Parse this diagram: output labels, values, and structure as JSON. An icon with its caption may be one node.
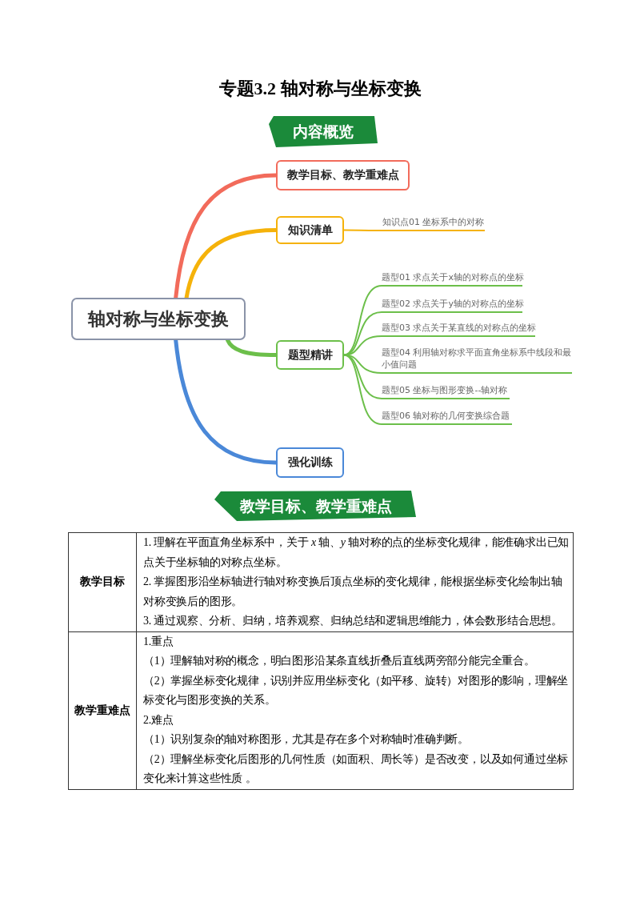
{
  "diagram": {
    "title": "专题3.2 轴对称与坐标变换",
    "nodes": [
      {
        "text": [
          "内容概览"
        ]
      },
      {
        "text": [
          "轴对称与坐标变换"
        ]
      },
      {
        "text": [
          "教学目标、教学重难点"
        ]
      },
      {
        "text": [
          "知识清单"
        ]
      },
      {
        "text": [
          "知识点01 坐标系中的对称"
        ]
      },
      {
        "text": [
          "题型精讲"
        ]
      },
      {
        "text": [
          "题型01 求点关于x轴的对称点的坐标"
        ]
      },
      {
        "text": [
          "题型02 求点关于y轴的对称点的坐标"
        ]
      },
      {
        "text": [
          "题型03 求点关于某直线的对称点的坐标"
        ]
      },
      {
        "text": [
          "题型04 利用轴对称求平面直角坐标系中线段和最小值问题"
        ]
      },
      {
        "text": [
          "题型05 坐标与图形变换--轴对称"
        ]
      },
      {
        "text": [
          "题型06 轴对称的几何变换综合题"
        ]
      },
      {
        "text": [
          "强化训练"
        ]
      },
      {
        "text": [
          "教学目标、教学重难点"
        ]
      }
    ],
    "edges": [
      {
        "from": 1,
        "to": 2,
        "arrow": "none",
        "style": "thick",
        "color": "#f26b5b"
      },
      {
        "from": 1,
        "to": 3,
        "arrow": "none",
        "style": "thick",
        "color": "#f5b20a"
      },
      {
        "from": 3,
        "to": 4,
        "arrow": "none",
        "color": "#f5b20a"
      },
      {
        "from": 1,
        "to": 5,
        "arrow": "none",
        "style": "thick"
      },
      {
        "from": 5,
        "to": 6,
        "arrow": "none"
      },
      {
        "from": 5,
        "to": 7,
        "arrow": "none"
      },
      {
        "from": 5,
        "to": 8,
        "arrow": "none"
      },
      {
        "from": 5,
        "to": 9,
        "arrow": "none"
      },
      {
        "from": 5,
        "to": 10,
        "arrow": "none"
      },
      {
        "from": 5,
        "to": 11,
        "arrow": "none"
      },
      {
        "from": 1,
        "to": 12,
        "arrow": "none",
        "style": "thick",
        "color": "#4a88d8"
      }
    ],
    "labels": [
      "教学目标",
      "1. 理解在平面直角坐标系中，关于 *x* 轴、*y* 轴对称的点的坐标变化规律，能准确求出已知点关于坐标轴的对称点坐标。",
      "2. 掌握图形沿坐标轴进行轴对称变换后顶点坐标的变化规律，能根据坐标变化绘制出轴对称变换后的图形。",
      "3. 通过观察、分析、归纳，培养观察、归纳总结和逻辑思维能力，体会数形结合思想。",
      "教学重难点",
      "1.重点",
      "（1）理解轴对称的概念，明白图形沿某条直线折叠后直线两旁部分能完全重合。",
      "（2）掌握坐标变化规律，识别并应用坐标变化（如平移、旋转）对图形的影响，理解坐标变化与图形变换的关系。",
      "2.难点",
      "（1）识别复杂的轴对称图形，尤其是存在多个对称轴时准确判断。",
      "（2）理解坐标变化后图形的几何性质（如面积、周长等）是否改变，以及如何通过坐标变化来计算这些性质 。"
    ]
  }
}
